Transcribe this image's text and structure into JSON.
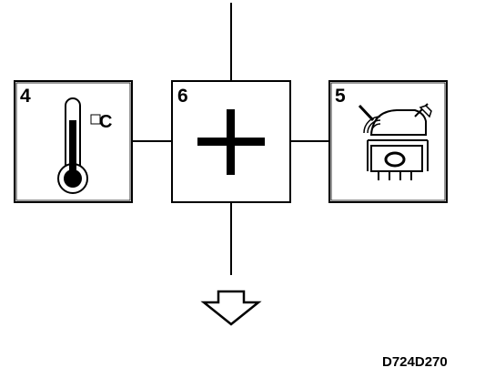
{
  "boxes": {
    "temperature": {
      "number": "4",
      "unit_label": "C",
      "icon": "thermometer-icon"
    },
    "combiner": {
      "number": "6",
      "icon": "plus-icon"
    },
    "engine": {
      "number": "5",
      "icon": "engine-piston-icon"
    }
  },
  "output_icon": "down-arrow-icon",
  "figure_code": "D724D270",
  "colors": {
    "line": "#000000",
    "box_fill": "#ffffff"
  }
}
